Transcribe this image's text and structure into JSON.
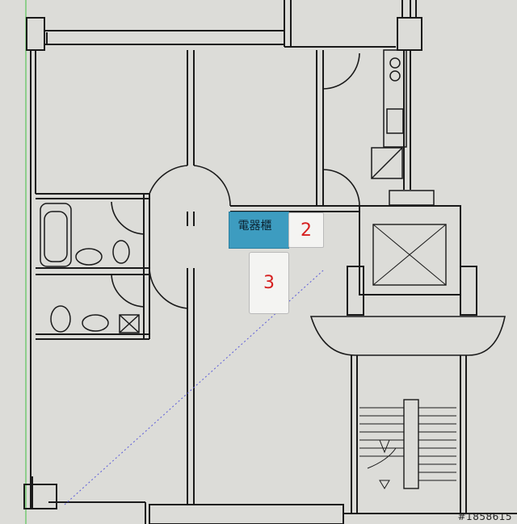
{
  "labels": {
    "cabinet": "電器櫃",
    "box2": "2",
    "box3": "3"
  },
  "watermark": "#1858615",
  "colors": {
    "background": "#dcdcd8",
    "wall": "#1a1a1a",
    "cabinet_fill": "#3d9cc0",
    "label_box_fill": "#f4f4f2",
    "number_text": "#d62020",
    "guide_line": "#5a5ad8",
    "axis_line": "#3fbf3f"
  },
  "icons": [
    "stove-icon",
    "sink-icon",
    "toilet-icon",
    "washbasin-icon",
    "bathtub-icon",
    "elevator-icon",
    "stairs-icon"
  ]
}
